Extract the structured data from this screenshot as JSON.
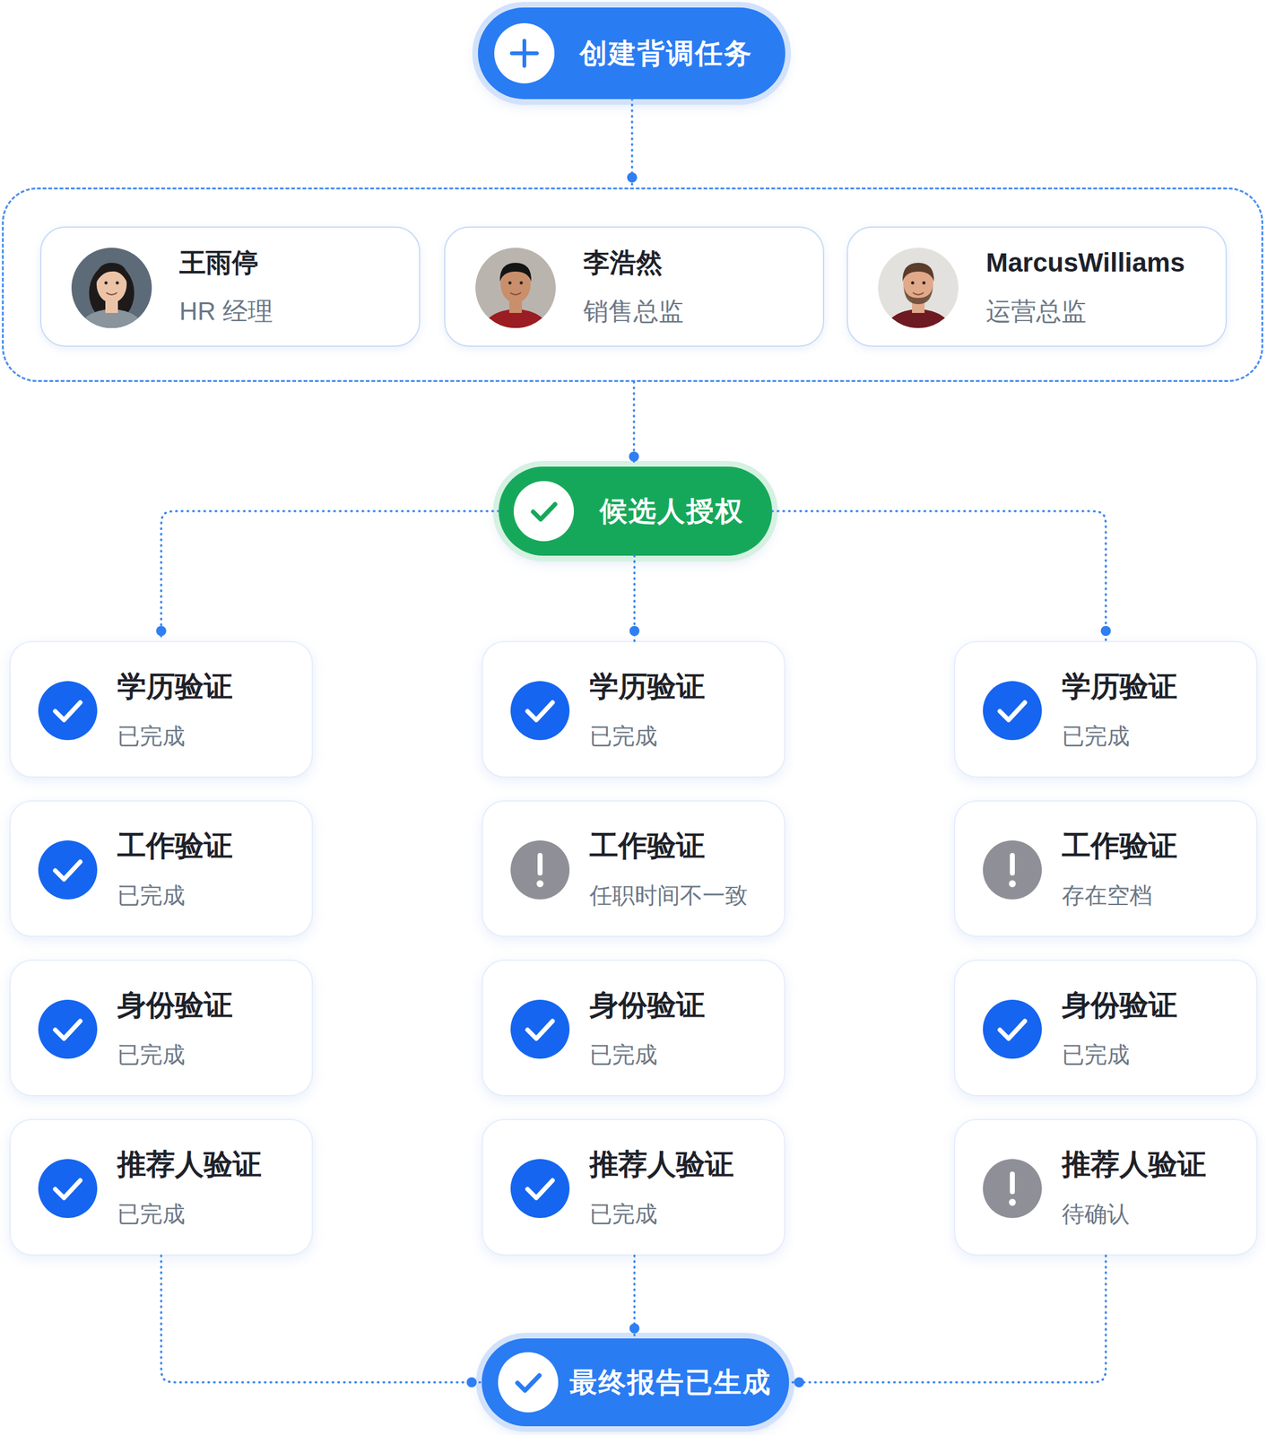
{
  "diagram": {
    "nodes": [
      {
        "text": [
          "创建背调任务"
        ]
      },
      {
        "text": []
      },
      {
        "text": [
          "王雨停",
          "HR 经理"
        ],
        "in": 1
      },
      {
        "text": [
          "李浩然",
          "销售总监"
        ],
        "in": 1
      },
      {
        "text": [
          "MarcusWilliams",
          "运营总监"
        ],
        "in": 1
      },
      {
        "text": [
          "候选人授权"
        ]
      },
      {
        "text": [
          "学历验证",
          "已完成"
        ]
      },
      {
        "text": [
          "学历验证",
          "已完成"
        ]
      },
      {
        "text": [
          "学历验证",
          "已完成"
        ]
      },
      {
        "text": [
          "工作验证",
          "已完成"
        ]
      },
      {
        "text": [
          "工作验证",
          "任职时间不一致"
        ]
      },
      {
        "text": [
          "工作验证",
          "存在空档"
        ]
      },
      {
        "text": [
          "身份验证",
          "已完成"
        ]
      },
      {
        "text": [
          "身份验证",
          "已完成"
        ]
      },
      {
        "text": [
          "身份验证",
          "已完成"
        ]
      },
      {
        "text": [
          "推荐人验证",
          "已完成"
        ]
      },
      {
        "text": [
          "推荐人验证",
          "已完成"
        ]
      },
      {
        "text": [
          "推荐人验证",
          "待确认"
        ]
      },
      {
        "text": [
          "最终报告已生成"
        ]
      }
    ],
    "edges": [
      {
        "from": 0,
        "to": 1,
        "arrow": "none"
      },
      {
        "from": 1,
        "to": 5,
        "arrow": "none"
      },
      {
        "from": 5,
        "to": 6,
        "arrow": "none"
      },
      {
        "from": 5,
        "to": 7,
        "arrow": "none"
      },
      {
        "from": 5,
        "to": 8,
        "arrow": "none"
      },
      {
        "from": 15,
        "to": 18,
        "arrow": "none"
      },
      {
        "from": 16,
        "to": 18,
        "arrow": "none"
      },
      {
        "from": 17,
        "to": 18,
        "arrow": "none"
      }
    ]
  }
}
